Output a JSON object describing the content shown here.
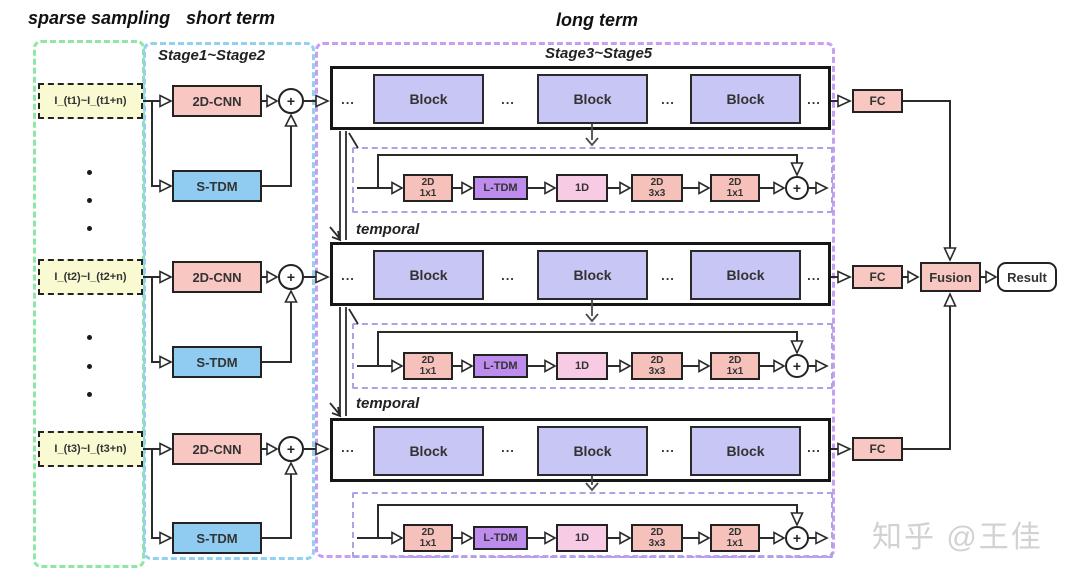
{
  "titles": {
    "sparse_sampling": "sparse sampling",
    "short_term": "short term",
    "long_term": "long term"
  },
  "stages": {
    "short": "Stage1~Stage2",
    "long": "Stage3~Stage5"
  },
  "temporal_label": "temporal",
  "ops": {
    "add": "+",
    "dots": "..."
  },
  "streams": [
    {
      "input": "I_(t1)~I_(t1+n)"
    },
    {
      "input": "I_(t2)~I_(t2+n)"
    },
    {
      "input": "I_(t3)~I_(t3+n)"
    }
  ],
  "short_term_module": {
    "cnn": "2D-CNN",
    "stdm": "S-TDM"
  },
  "long_term_module": {
    "block": "Block",
    "fc": "FC"
  },
  "tdm_block": {
    "conv_in_top": "2D",
    "conv_in_bottom": "1x1",
    "ltdm": "L-TDM",
    "conv_1d": "1D",
    "conv_mid_top": "2D",
    "conv_mid_bottom": "3x3",
    "conv_out_top": "2D",
    "conv_out_bottom": "1x1"
  },
  "head": {
    "fusion": "Fusion",
    "result": "Result"
  },
  "watermark": "知乎 @王佳",
  "colors": {
    "salmon_box": "#f8c7c2",
    "blue_box": "#90cbf2",
    "lavender_block": "#c8c6f4",
    "purple_ltdm": "#bd8cec",
    "pink_1d": "#f8cbe4",
    "yellow_input": "#fafad2",
    "green_dash": "#90e6a4",
    "blue_dash": "#92d2f0",
    "purple_dash": "#c79ef2",
    "sub_dash": "#a9a4e4"
  }
}
